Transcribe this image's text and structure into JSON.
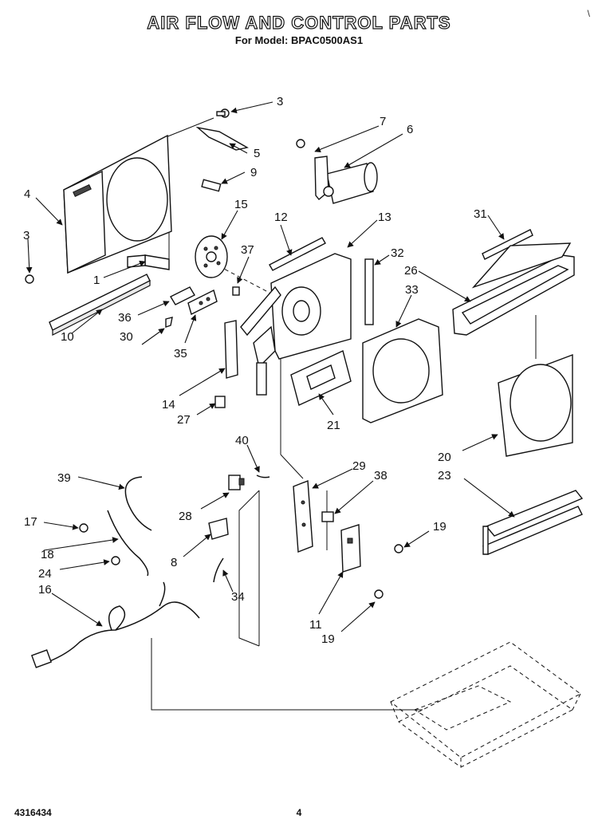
{
  "title": "AIR FLOW AND CONTROL PARTS",
  "subtitle": "For Model: BPAC0500AS1",
  "corner_mark": "\\",
  "footer": {
    "doc_number": "4316434",
    "page": "4"
  },
  "callouts": [
    {
      "id": "c3a",
      "label": "3"
    },
    {
      "id": "c7",
      "label": "7"
    },
    {
      "id": "c6",
      "label": "6"
    },
    {
      "id": "c5",
      "label": "5"
    },
    {
      "id": "c9",
      "label": "9"
    },
    {
      "id": "c4",
      "label": "4"
    },
    {
      "id": "c15",
      "label": "15"
    },
    {
      "id": "c12",
      "label": "12"
    },
    {
      "id": "c13",
      "label": "13"
    },
    {
      "id": "c31",
      "label": "31"
    },
    {
      "id": "c3b",
      "label": "3"
    },
    {
      "id": "c37",
      "label": "37"
    },
    {
      "id": "c32",
      "label": "32"
    },
    {
      "id": "c26",
      "label": "26"
    },
    {
      "id": "c1",
      "label": "1"
    },
    {
      "id": "c33",
      "label": "33"
    },
    {
      "id": "c36",
      "label": "36"
    },
    {
      "id": "c10",
      "label": "10"
    },
    {
      "id": "c30",
      "label": "30"
    },
    {
      "id": "c35",
      "label": "35"
    },
    {
      "id": "c14",
      "label": "14"
    },
    {
      "id": "c27",
      "label": "27"
    },
    {
      "id": "c21",
      "label": "21"
    },
    {
      "id": "c20",
      "label": "20"
    },
    {
      "id": "c23",
      "label": "23"
    },
    {
      "id": "c40",
      "label": "40"
    },
    {
      "id": "c29",
      "label": "29"
    },
    {
      "id": "c39",
      "label": "39"
    },
    {
      "id": "c38",
      "label": "38"
    },
    {
      "id": "c28",
      "label": "28"
    },
    {
      "id": "c17",
      "label": "17"
    },
    {
      "id": "c19a",
      "label": "19"
    },
    {
      "id": "c18",
      "label": "18"
    },
    {
      "id": "c8",
      "label": "8"
    },
    {
      "id": "c24",
      "label": "24"
    },
    {
      "id": "c34",
      "label": "34"
    },
    {
      "id": "c16",
      "label": "16"
    },
    {
      "id": "c11",
      "label": "11"
    },
    {
      "id": "c19b",
      "label": "19"
    }
  ]
}
